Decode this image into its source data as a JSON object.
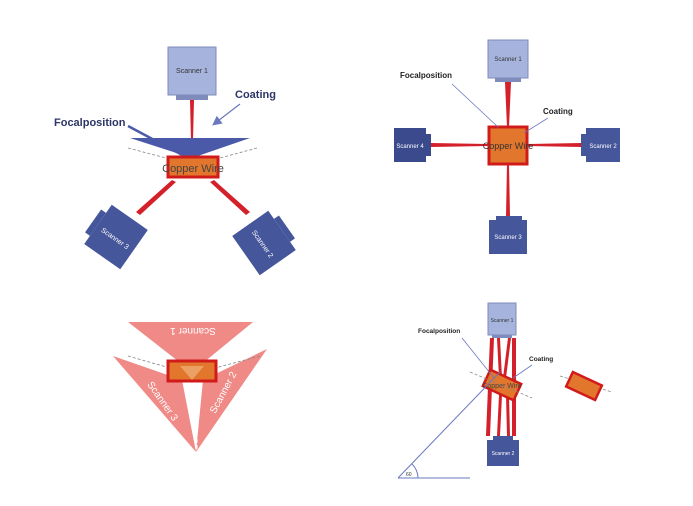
{
  "colors": {
    "scanner_light": "#a6b3dc",
    "scanner_dark": "#45569a",
    "scanner_navy": "#3a4a8c",
    "beam_red": "#d4202a",
    "wire_orange": "#e2762d",
    "wire_border": "#d11a1a",
    "coating_blue": "#4a5aa8",
    "salmon": "#f08a86"
  },
  "panel1": {
    "scanner1": "Scanner 1",
    "scanner2": "Scanner 2",
    "scanner3": "Scanner 3",
    "wire": "Copper Wire",
    "coating": "Coating",
    "focal": "Focalposition"
  },
  "panel2": {
    "scanner1": "Scanner 1",
    "scanner2": "Scanner 2",
    "scanner3": "Scanner 3",
    "scanner4": "Scanner 4",
    "wire": "Copper Wire",
    "coating": "Coating",
    "focal": "Focalposition"
  },
  "panel3": {
    "scanner1": "Scanner 1",
    "scanner2": "Scanner 2",
    "scanner3": "Scanner 3"
  },
  "panel4": {
    "scanner1": "Scanner 1",
    "scanner2": "Scanner 2",
    "wire": "Copper Wire",
    "coating": "Coating",
    "focal": "Focalposition",
    "angle": "60"
  }
}
